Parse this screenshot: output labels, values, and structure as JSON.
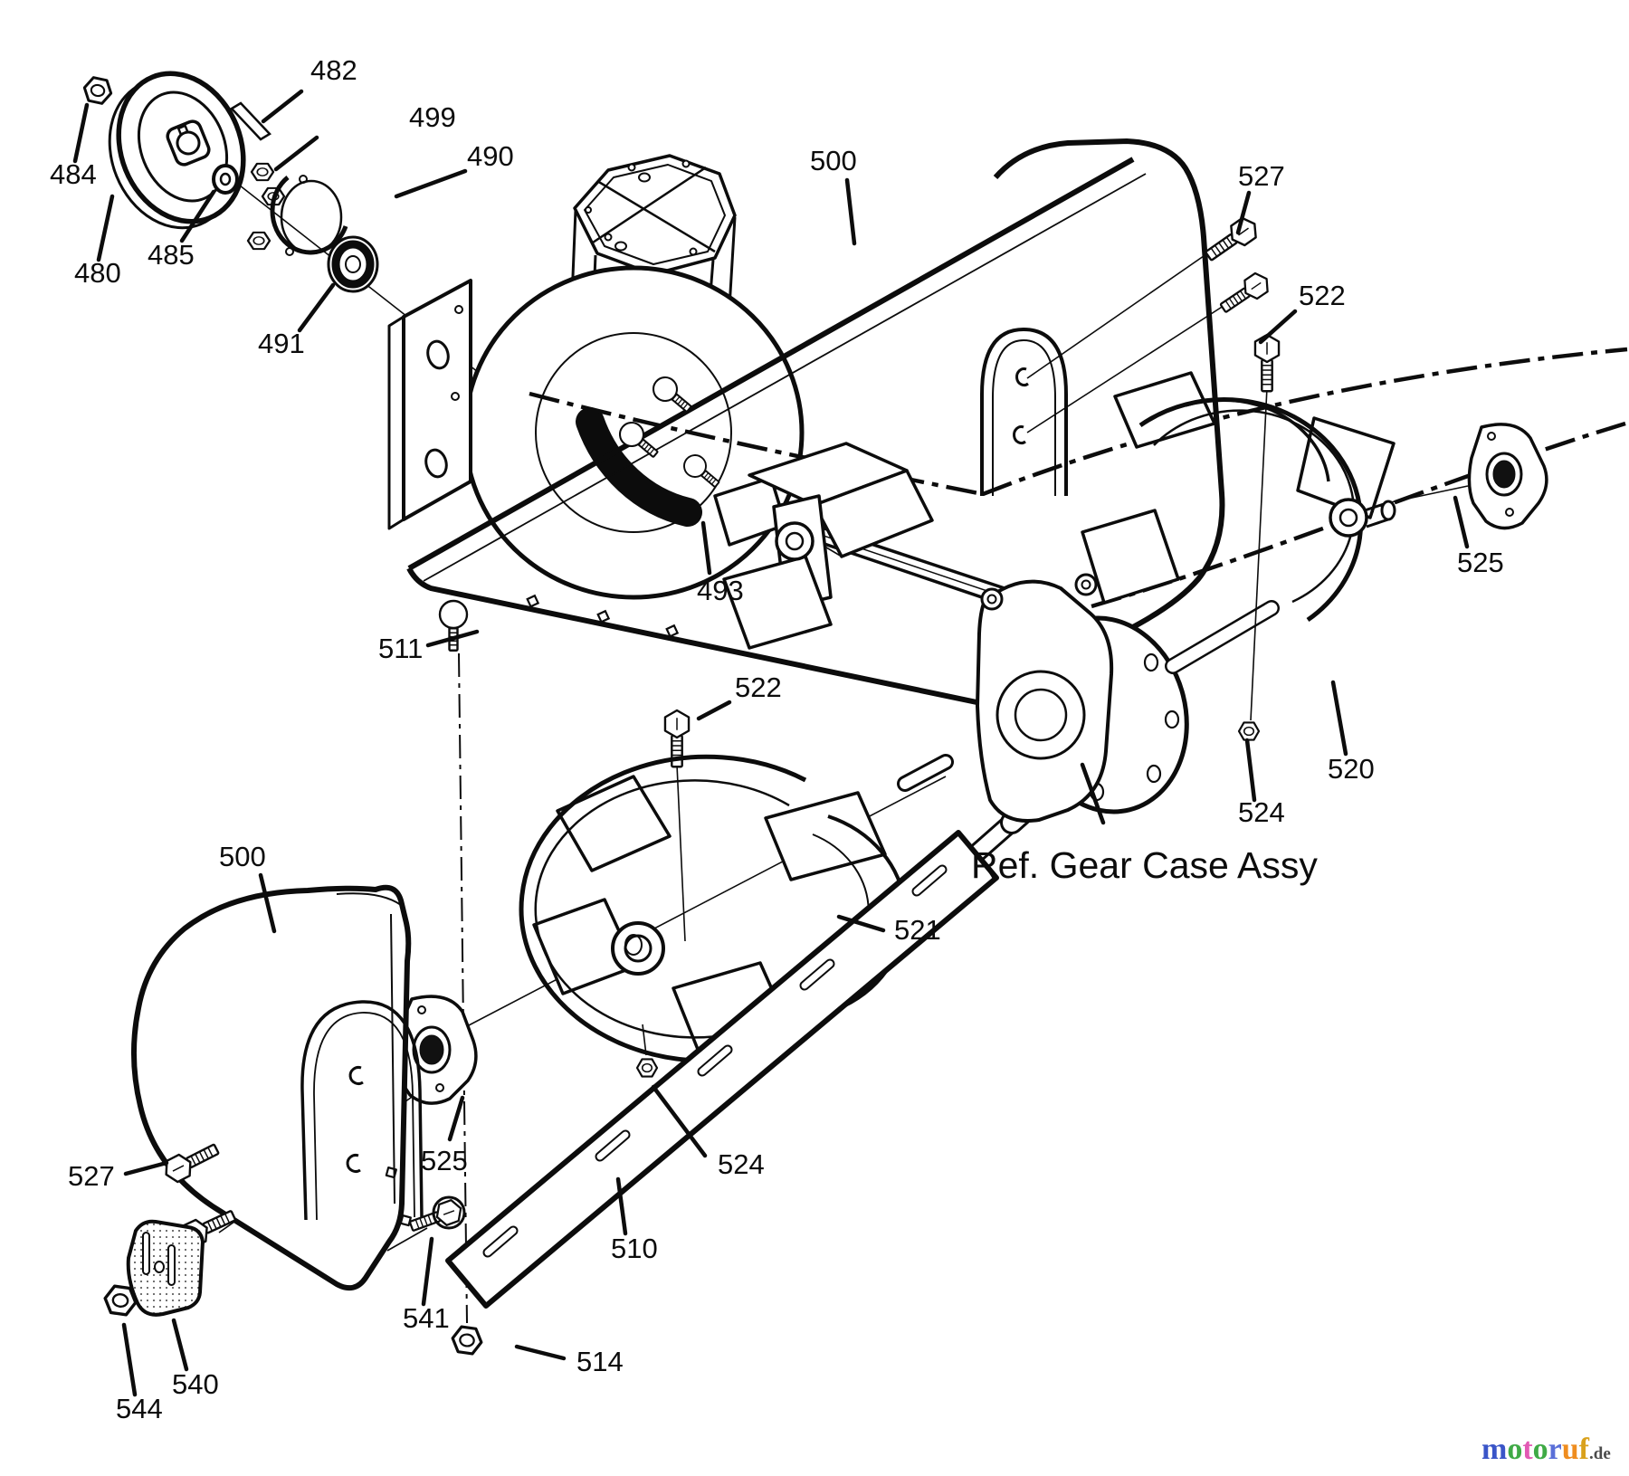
{
  "diagram": {
    "colors": {
      "background": "#ffffff",
      "line": "#0c0c0c"
    },
    "caption": {
      "text": "Ref. Gear Case Assy"
    },
    "labels": [
      {
        "text": "482"
      },
      {
        "text": "499"
      },
      {
        "text": "490"
      },
      {
        "text": "484"
      },
      {
        "text": "485"
      },
      {
        "text": "480"
      },
      {
        "text": "491"
      },
      {
        "text": "500"
      },
      {
        "text": "527"
      },
      {
        "text": "522"
      },
      {
        "text": "525"
      },
      {
        "text": "493"
      },
      {
        "text": "511"
      },
      {
        "text": "522"
      },
      {
        "text": "520"
      },
      {
        "text": "524"
      },
      {
        "text": "500"
      },
      {
        "text": "521"
      },
      {
        "text": "525"
      },
      {
        "text": "527"
      },
      {
        "text": "524"
      },
      {
        "text": "510"
      },
      {
        "text": "541"
      },
      {
        "text": "540"
      },
      {
        "text": "544"
      },
      {
        "text": "514"
      }
    ],
    "watermark": {
      "letters": [
        {
          "ch": "m",
          "color": "#3a55c8"
        },
        {
          "ch": "o",
          "color": "#3faa46"
        },
        {
          "ch": "t",
          "color": "#e25ab4"
        },
        {
          "ch": "o",
          "color": "#3faa46"
        },
        {
          "ch": "r",
          "color": "#5a6fd8"
        },
        {
          "ch": "u",
          "color": "#ef8d1f"
        },
        {
          "ch": "f",
          "color": "#d9a11c"
        }
      ],
      "suffix": {
        "text": ".de",
        "color": "#4a4a4a"
      }
    }
  }
}
